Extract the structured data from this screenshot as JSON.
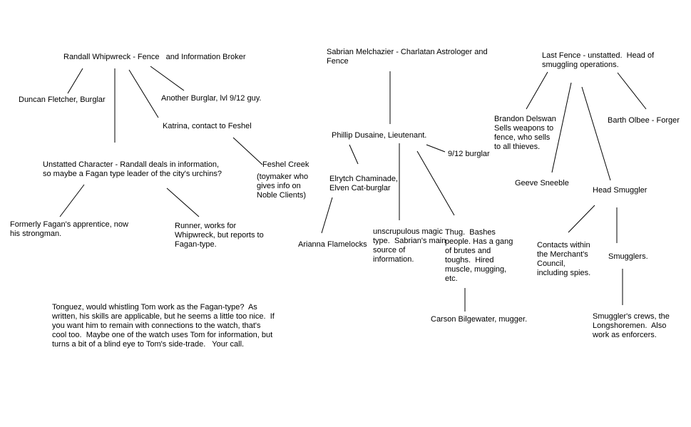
{
  "colors": {
    "background": "#ffffff",
    "text": "#000000",
    "line": "#000000"
  },
  "nodes": {
    "randall": "Randall Whipwreck - Fence   and Information Broker",
    "duncan": "Duncan Fletcher, Burglar",
    "another_burglar": "Another Burglar, lvl 9/12 guy.",
    "katrina": "Katrina, contact to Feshel",
    "feshel_name": "Feshel Creek",
    "feshel_note": "(toymaker who\ngives info on\nNoble Clients)",
    "unstatted_fagan": "Unstatted Character - Randall deals in information,\nso maybe a Fagan type leader of the city's urchins?",
    "strongman": "Formerly Fagan's apprentice, now\nhis strongman.",
    "runner": "Runner, works for\nWhipwreck, but reports to\nFagan-type.",
    "tonguez_note": "Tonguez, would whistling Tom work as the Fagan-type?  As\nwritten, his skills are applicable, but he seems a little too nice.  If\nyou want him to remain with connections to the watch, that's\ncool too.  Maybe one of the watch uses Tom for information, but\nturns a bit of a blind eye to Tom's side-trade.   Your call.",
    "sabrian": "Sabrian Melchazier - Charlatan Astrologer and\nFence",
    "phillip": "Phillip Dusaine, Lieutenant.",
    "burglar_912": "9/12 burglar",
    "elrytch": "Elrytch Chaminade,\nElven Cat-burglar",
    "arianna": "Arianna Flamelocks",
    "magic_type": "unscrupulous magic\ntype.  Sabrian's main\nsource of\ninformation.",
    "thug": "Thug.  Bashes\npeople. Has a gang\nof brutes and\ntoughs.  Hired\nmuscle, mugging,\netc.",
    "carson": "Carson Bilgewater, mugger.",
    "last_fence": "Last Fence - unstatted.  Head of\nsmuggling operations.",
    "brandon": "Brandon Delswan\nSells weapons to\nfence, who sells\nto all thieves.",
    "barth": "Barth Olbee - Forger",
    "geeve": "Geeve Sneeble",
    "head_smuggler": "Head Smuggler",
    "contacts": "Contacts within\nthe Merchant's\nCouncil,\nincluding spies.",
    "smugglers": "Smugglers.",
    "crews": "Smuggler's crews, the\nLongshoremen.  Also\nwork as enforcers."
  }
}
